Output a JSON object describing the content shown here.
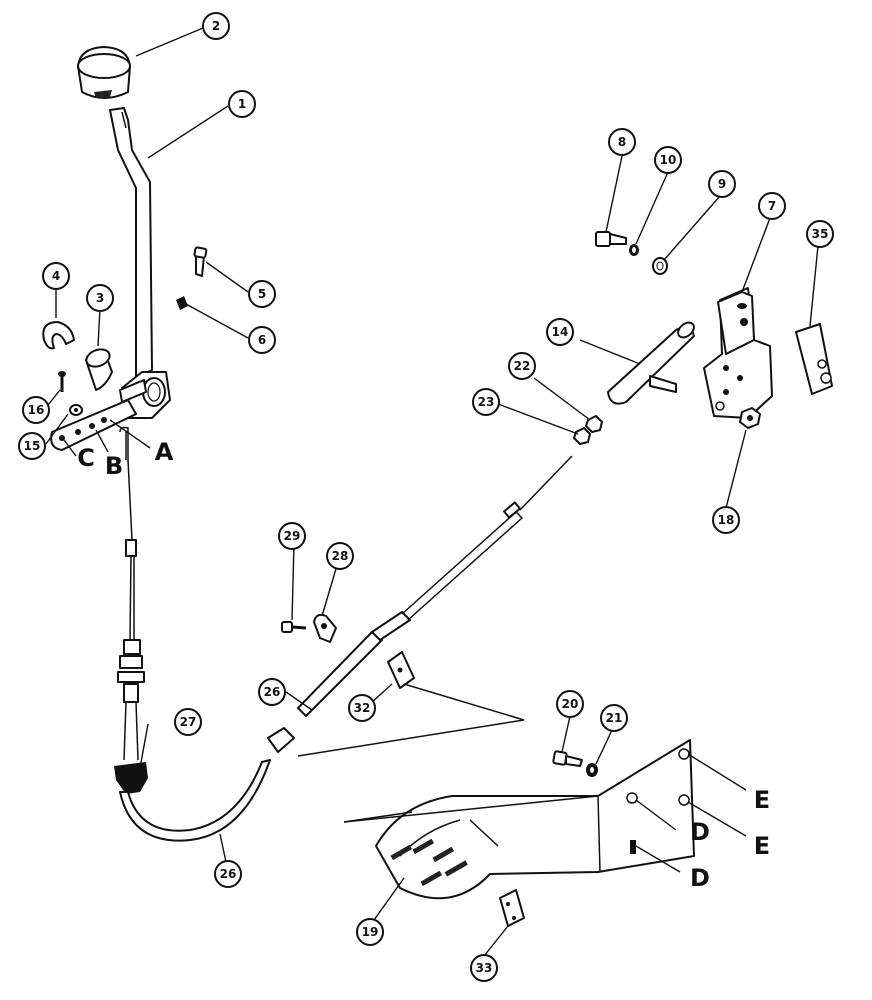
{
  "callouts": [
    {
      "id": "c1",
      "label": "1"
    },
    {
      "id": "c2",
      "label": "2"
    },
    {
      "id": "c3",
      "label": "3"
    },
    {
      "id": "c4",
      "label": "4"
    },
    {
      "id": "c5",
      "label": "5"
    },
    {
      "id": "c6",
      "label": "6"
    },
    {
      "id": "c7",
      "label": "7"
    },
    {
      "id": "c8",
      "label": "8"
    },
    {
      "id": "c9",
      "label": "9"
    },
    {
      "id": "c10",
      "label": "10"
    },
    {
      "id": "c14",
      "label": "14"
    },
    {
      "id": "c15",
      "label": "15"
    },
    {
      "id": "c16",
      "label": "16"
    },
    {
      "id": "c18",
      "label": "18"
    },
    {
      "id": "c19",
      "label": "19"
    },
    {
      "id": "c20",
      "label": "20"
    },
    {
      "id": "c21",
      "label": "21"
    },
    {
      "id": "c22",
      "label": "22"
    },
    {
      "id": "c23",
      "label": "23"
    },
    {
      "id": "c26a",
      "label": "26"
    },
    {
      "id": "c26b",
      "label": "26"
    },
    {
      "id": "c27",
      "label": "27"
    },
    {
      "id": "c28",
      "label": "28"
    },
    {
      "id": "c29",
      "label": "29"
    },
    {
      "id": "c32",
      "label": "32"
    },
    {
      "id": "c33",
      "label": "33"
    },
    {
      "id": "c35",
      "label": "35"
    }
  ],
  "letters": {
    "A": "A",
    "B": "B",
    "C": "C",
    "D1": "D",
    "D2": "D",
    "E1": "E",
    "E2": "E"
  }
}
